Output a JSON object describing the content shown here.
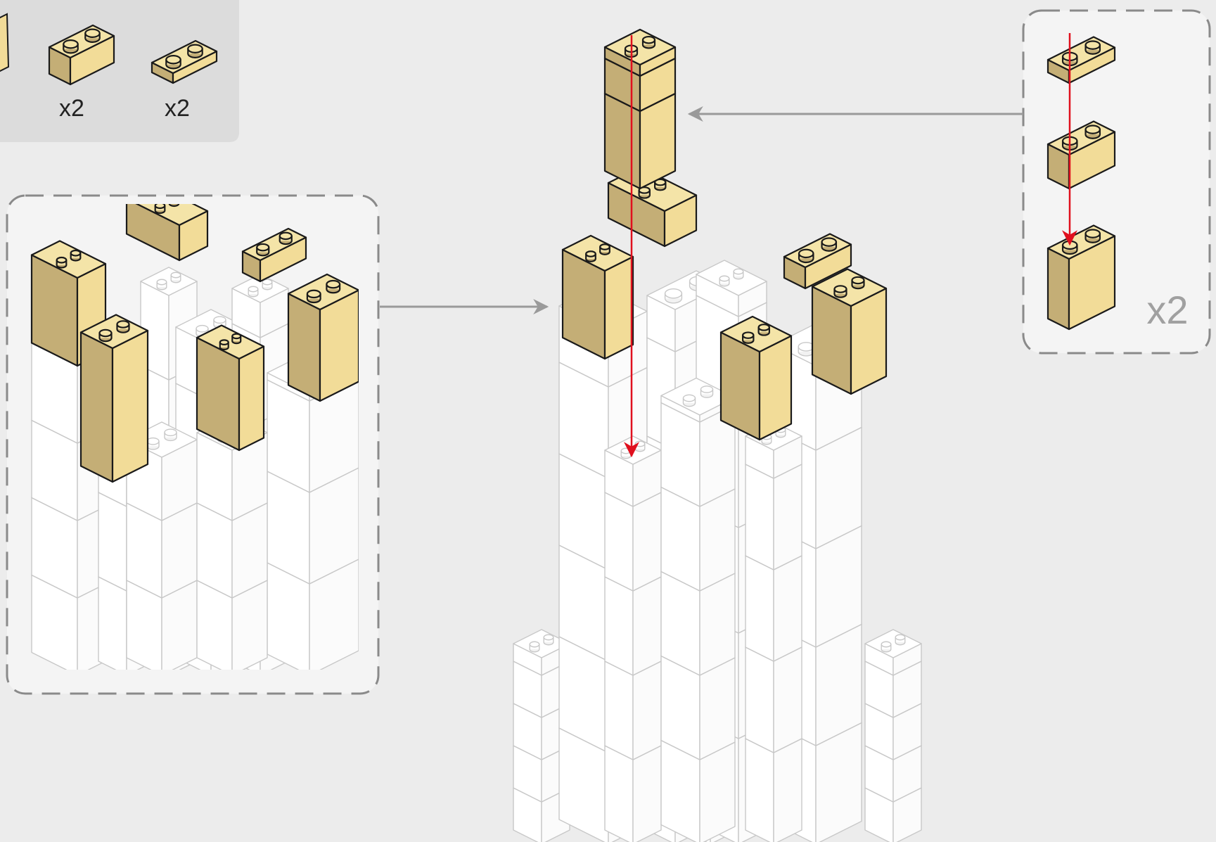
{
  "parts_list": {
    "items": [
      {
        "name": "brick-1x2",
        "qty": "x2"
      },
      {
        "name": "plate-1x2",
        "qty": "x2"
      }
    ]
  },
  "sub_assembly": {
    "multiplier": "x2",
    "steps": [
      "plate-1x2",
      "brick-1x2",
      "brick-1x2-tall"
    ]
  },
  "colors": {
    "background": "#ececec",
    "tan_top": "#f4e4a8",
    "tan_left": "#c4ae76",
    "tan_right": "#f2dc98",
    "outline": "#1a1a1a",
    "ghost_outline": "#c8c8c8",
    "arrow_gray": "#9a9a9a",
    "arrow_red": "#e0101e",
    "panel": "#dcdcdc",
    "callout_bg": "#f4f4f4"
  },
  "icons": [
    "gray-arrow-right",
    "gray-arrow-left",
    "red-placement-arrow"
  ]
}
